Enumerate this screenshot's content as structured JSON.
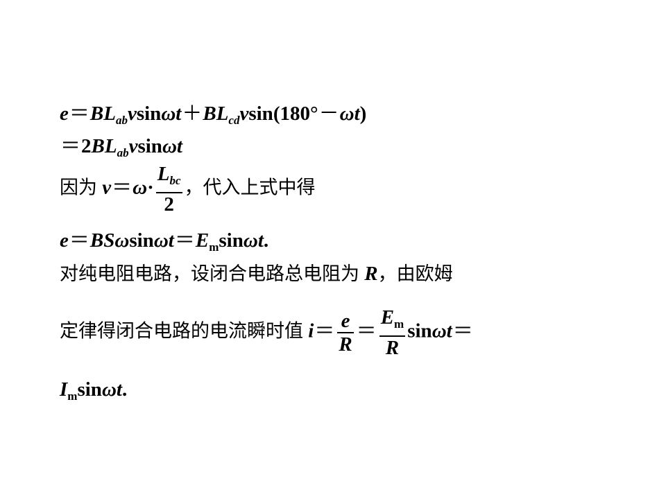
{
  "equations": {
    "line1": {
      "e": "e",
      "eq": "＝",
      "BL1": "BL",
      "sub_ab": "ab",
      "v1": "v",
      "sin1": "sin",
      "omega_t1": "ωt",
      "plus": "＋",
      "BL2": "BL",
      "sub_cd": "cd",
      "v2": "v",
      "sin2": "sin(180°",
      "minus": "－",
      "omega_t2": "ωt",
      "close": ")"
    },
    "line2": {
      "eq": "＝",
      "two": "2",
      "BL": "BL",
      "sub_ab": "ab",
      "v": "v",
      "sin": "sin",
      "omega_t": "ωt"
    },
    "line3": {
      "text_because": "因为",
      "v": "v",
      "eq": "＝",
      "omega": "ω",
      "dot": "·",
      "frac_num_L": "L",
      "frac_num_sub": "bc",
      "frac_den": "2",
      "text_after": "，代入上式中得"
    },
    "line4": {
      "e": "e",
      "eq1": "＝",
      "BS": "BSω",
      "sin1": "sin",
      "omega_t1": "ωt",
      "eq2": "＝",
      "E": "E",
      "sub_m": "m",
      "sin2": "sin",
      "omega_t2": "ωt",
      "period": "."
    },
    "line5": {
      "text_before": "对纯电阻电路，设闭合电路总电阻为",
      "R": "R",
      "text_after": "，由欧姆"
    },
    "line6": {
      "text_before": "定律得闭合电路的电流瞬时值",
      "i": "i",
      "eq1": "＝",
      "frac1_num": "e",
      "frac1_den": "R",
      "eq2": "＝",
      "frac2_num_E": "E",
      "frac2_num_sub": "m",
      "frac2_den": "R",
      "sin": "sin",
      "omega_t": "ωt",
      "eq3": "＝"
    },
    "line7": {
      "I": "I",
      "sub_m": "m",
      "sin": "sin",
      "omega_t": "ωt",
      "period": "."
    }
  }
}
